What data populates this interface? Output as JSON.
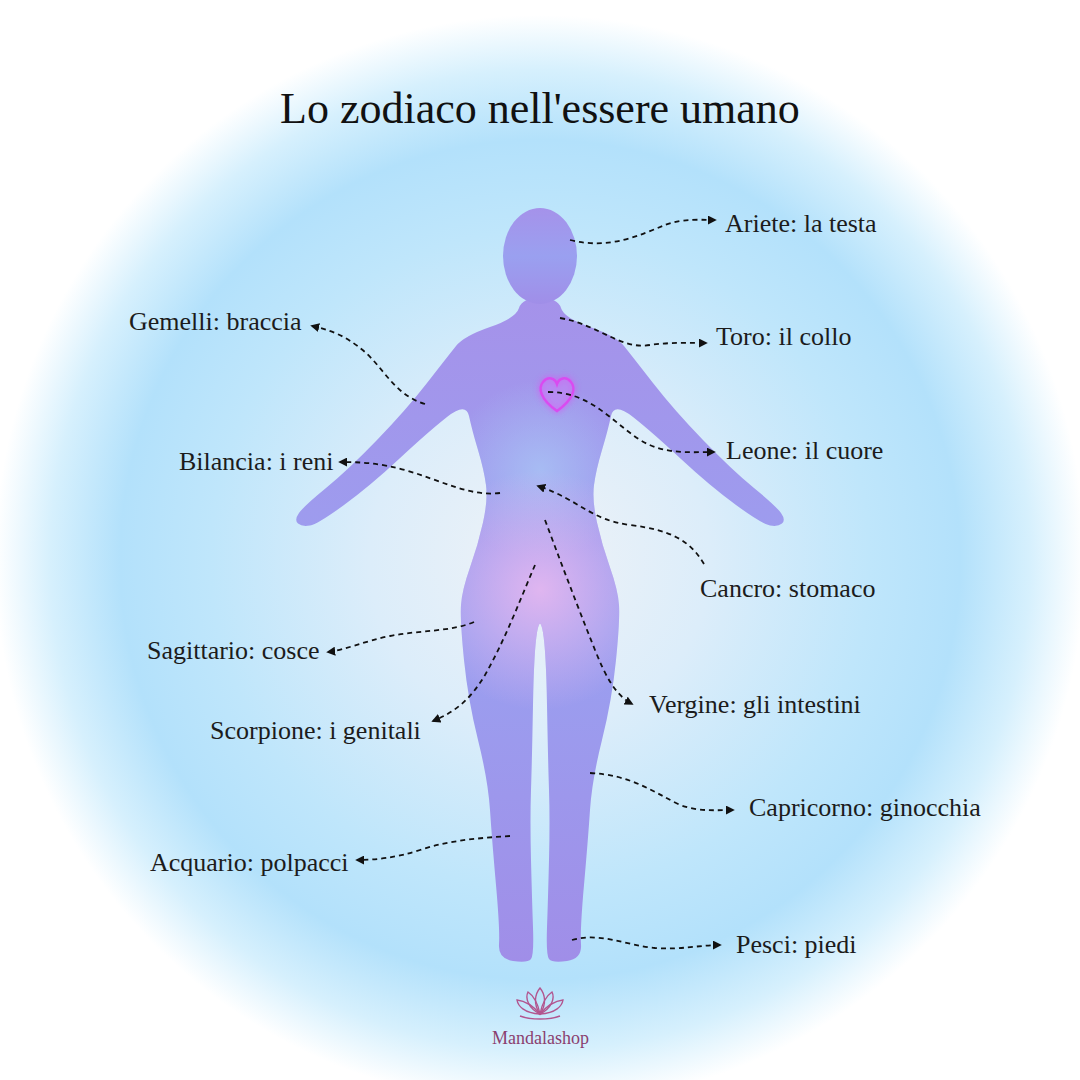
{
  "diagram": {
    "title": "Lo zodiaco nell'essere umano",
    "labels": [
      "Ariete: la testa",
      "Gemelli: braccia",
      "Toro: il collo",
      "Leone: il cuore",
      "Bilancia: i reni",
      "Cancro: stomaco",
      "Sagittario: cosce",
      "Vergine: gli intestini",
      "Scorpione: i genitali",
      "Capricorno: ginocchia",
      "Acquario: polpacci",
      "Pesci: piedi",
      "Mandalashop"
    ]
  }
}
